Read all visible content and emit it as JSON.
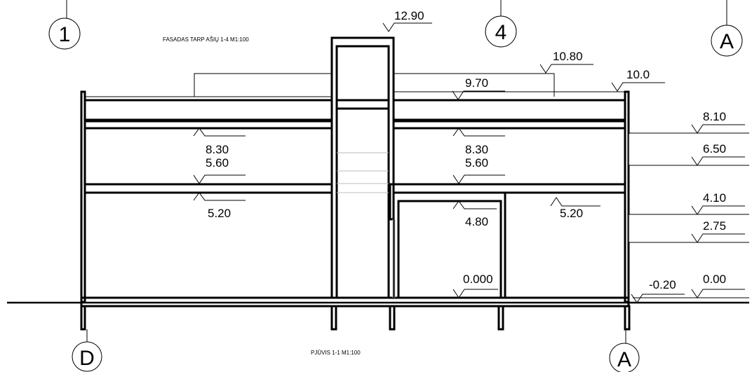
{
  "titles": {
    "facade": "FASADAS TARP AŠIŲ 1-4  M1:100",
    "section": "PJŪVIS 1-1  M1:100"
  },
  "axes": {
    "a1": "1",
    "a4": "4",
    "aA_top": "A",
    "aD": "D",
    "aA_bottom": "A"
  },
  "elevations": {
    "e1290": "12.90",
    "e1080": "10.80",
    "e1000": "10.0",
    "e970": "9.70",
    "e810": "8.10",
    "e650": "6.50",
    "e410": "4.10",
    "e275": "2.75",
    "e000": "0.00",
    "em020": "-0.20",
    "left_830": "8.30",
    "left_560": "5.60",
    "left_520": "5.20",
    "mid_830": "8.30",
    "mid_560": "5.60",
    "mid_480": "4.80",
    "mid_0000": "0.000",
    "right_520": "5.20"
  }
}
